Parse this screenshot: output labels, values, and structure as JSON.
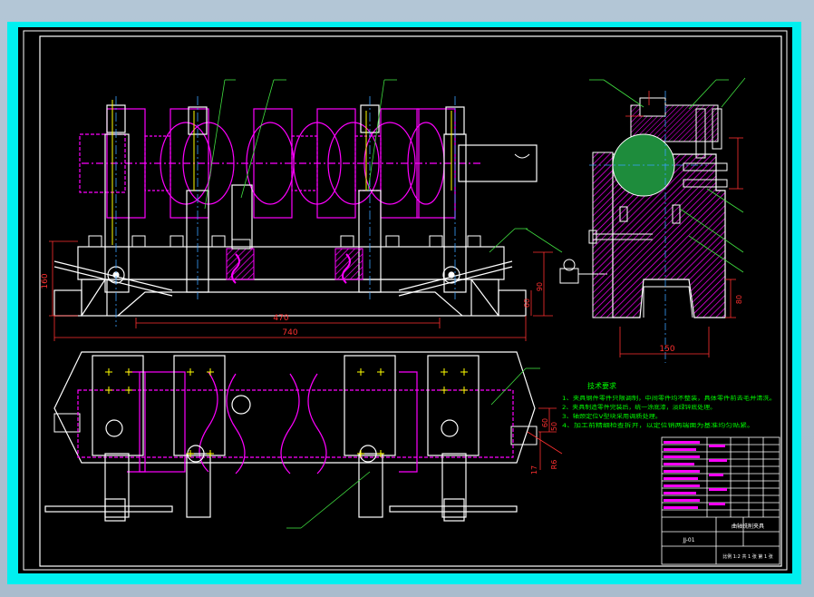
{
  "drawing": {
    "colors": {
      "background": "#000000",
      "frame": "#00f0f0",
      "outline": "#ffffff",
      "part": "#ff00ff",
      "hatch": "#ff00ff",
      "centerline": "#3aa0ff",
      "leader": "#40e040",
      "dimension": "#ff3030",
      "shaft": "#1e8c3c",
      "note_text": "#00ff00",
      "title_text": "#ffffff"
    },
    "dimensions": {
      "front_length_470": "470",
      "front_length_740": "740",
      "front_height_left": "160",
      "front_height_right_1": "90",
      "front_height_right_2": "60",
      "side_height": "80",
      "side_width": "150",
      "plan_dim_1": "60",
      "plan_dim_2": "50",
      "plan_dim_3": "17",
      "plan_dim_4": "R6"
    },
    "notes": {
      "heading": "技术要求",
      "lines": [
        "1、夹具钢件零件只限调制，中间零件均不整装，具体零件前去毛并清洗。",
        "2、夹具制造零件完装后，统一涂底漆，淡绿锌底处理。",
        "3、轴颈定位V型块采用调质处理。",
        "4、加工前精细检查拆开，以定位销两端面为基准均匀贴紧。"
      ]
    },
    "title_block": {
      "name_field": "曲轴铣削夹具",
      "drawing_no": "JJ-01",
      "footer": "比例 1:2  共 1 张  第 1 张"
    }
  }
}
